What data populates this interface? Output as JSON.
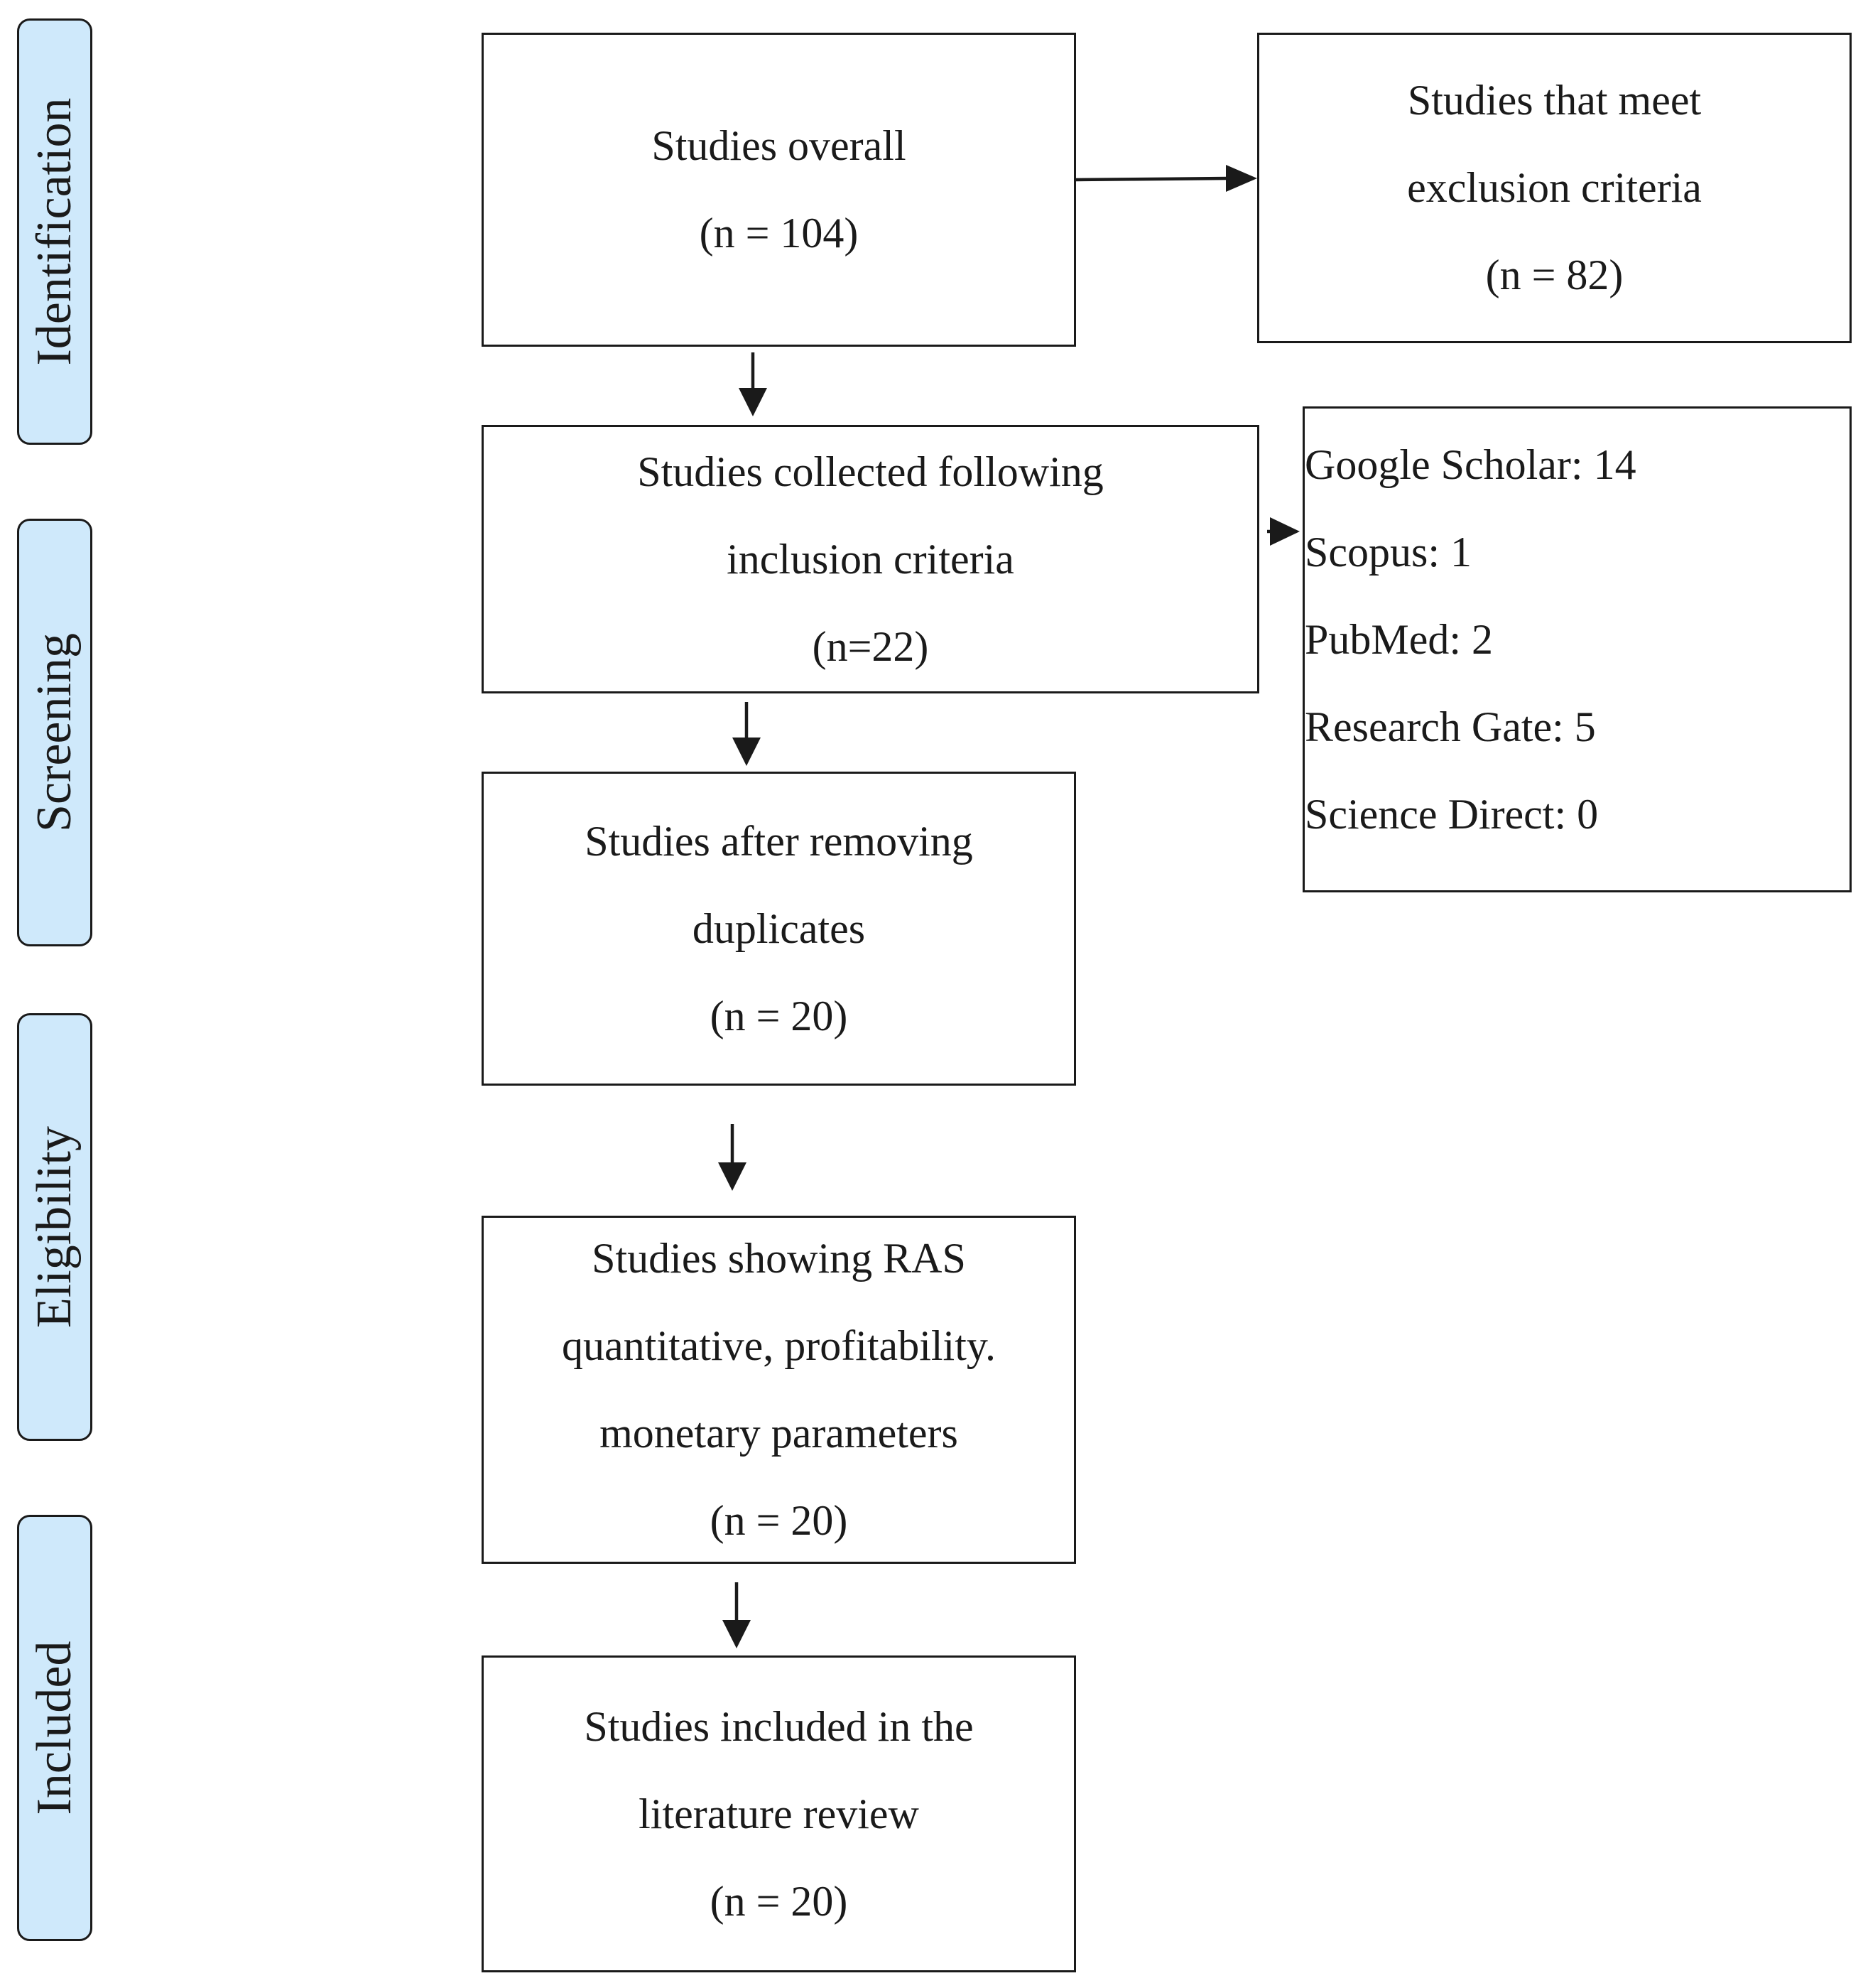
{
  "phases": [
    {
      "id": "identification",
      "label": "Identification"
    },
    {
      "id": "screening",
      "label": "Screening"
    },
    {
      "id": "eligibility",
      "label": "Eligibility"
    },
    {
      "id": "included",
      "label": "Included"
    }
  ],
  "boxes": {
    "overall": {
      "lines": [
        "Studies overall",
        "(n = 104)"
      ]
    },
    "excluded": {
      "lines": [
        "Studies that meet",
        "exclusion criteria",
        "(n = 82)"
      ]
    },
    "inclusion": {
      "lines": [
        "Studies collected following",
        "inclusion criteria",
        "(n=22)"
      ]
    },
    "databases": {
      "lines": [
        "Google Scholar: 14",
        "Scopus: 1",
        "PubMed: 2",
        "Research Gate: 5",
        "Science Direct: 0"
      ]
    },
    "duplicates": {
      "lines": [
        "Studies after removing",
        "duplicates",
        "(n = 20)"
      ]
    },
    "eligible": {
      "lines": [
        "Studies showing RAS",
        "quantitative, profitability.",
        "monetary parameters",
        "(n = 20)"
      ]
    },
    "final": {
      "lines": [
        "Studies included in the",
        "literature review",
        "(n = 20)"
      ]
    }
  }
}
